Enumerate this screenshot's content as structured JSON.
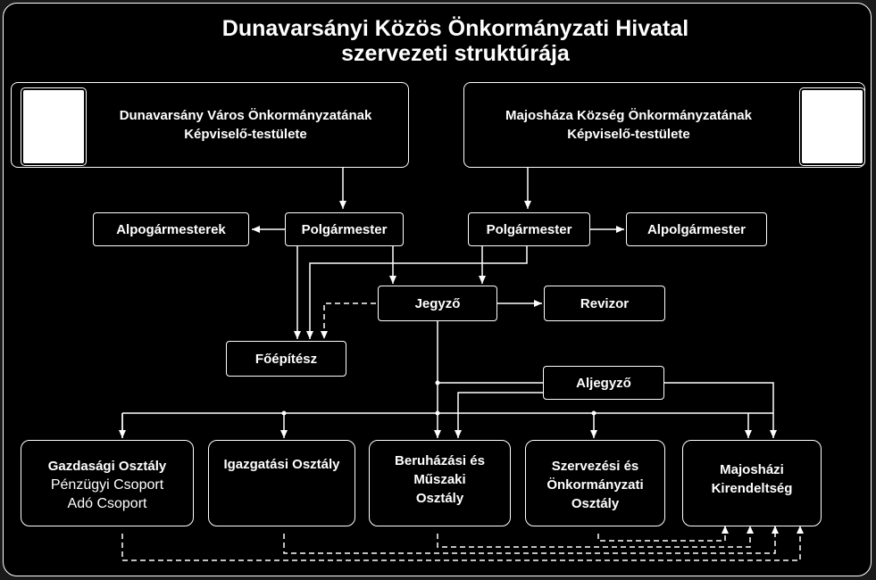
{
  "title": {
    "line1": "Dunavarsányi Közös Önkormányzati Hivatal",
    "line2": "szervezeti struktúrája"
  },
  "councils": {
    "dunavarsany": {
      "line1": "Dunavarsány Város Önkormányzatának",
      "line2": "Képviselő-testülete"
    },
    "majoshaza": {
      "line1": "Majosháza Község Önkormányzatának",
      "line2": "Képviselő-testülete"
    }
  },
  "roles": {
    "alpogarmesterek": "Alpogármesterek",
    "polgarmester_left": "Polgármester",
    "polgarmester_right": "Polgármester",
    "alpolgarmester": "Alpolgármester",
    "jegyzo": "Jegyző",
    "revizor": "Revizor",
    "foepitesz": "Főépítész",
    "aljegyzo": "Aljegyző"
  },
  "departments": {
    "gazdasagi": {
      "title": "Gazdasági Osztály",
      "sub1": "Pénzügyi Csoport",
      "sub2": "Adó Csoport"
    },
    "igazgatasi": {
      "title": "Igazgatási Osztály"
    },
    "beruhazasi": {
      "line1": "Beruházási és",
      "line2": "Műszaki",
      "line3": "Osztály"
    },
    "szervezesi": {
      "line1": "Szervezési és",
      "line2": "Önkormányzati",
      "line3": "Osztály"
    },
    "majoshazi": {
      "line1": "Majosházi",
      "line2": "Kirendeltség"
    }
  },
  "colors": {
    "background": "#000000",
    "line": "#ffffff",
    "text": "#ffffff"
  }
}
